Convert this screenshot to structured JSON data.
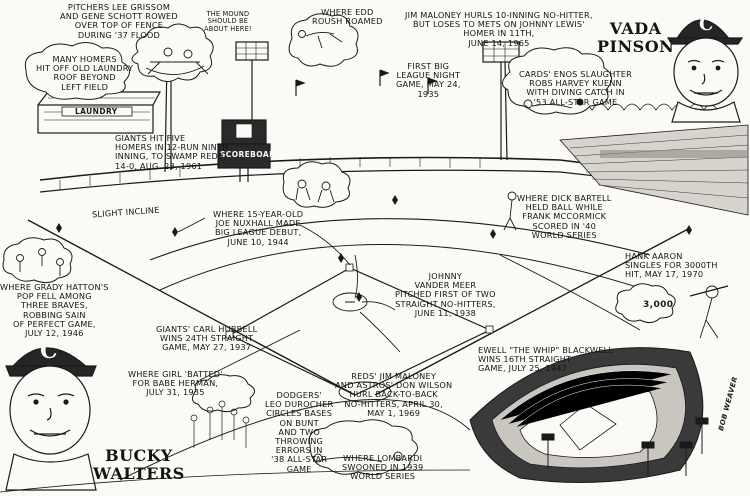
{
  "captions": {
    "grissom_schott": "PITCHERS LEE GRISSOM\nAND GENE SCHOTT ROWED\nOVER TOP OF FENCE\nDURING '37 FLOOD",
    "mound": "THE MOUND\nSHOULD BE\nABOUT HERE!",
    "roush": "WHERE EDD\nROUSH ROAMED",
    "maloney_hitter": "JIM MALONEY HURLS 10-INNING NO-HITTER,\nBUT LOSES TO METS ON JOHNNY LEWIS'\nHOMER IN 11TH,\nJUNE 14, 1965",
    "vada_pinson": "VADA\nPINSON",
    "homers_laundry": "MANY HOMERS\nHIT OFF OLD LAUNDRY\nROOF BEYOND\nLEFT FIELD",
    "first_night_game": "FIRST BIG\nLEAGUE NIGHT\nGAME, MAY 24,\n1935",
    "slaughter": "CARDS' ENOS SLAUGHTER\nROBS HARVEY KUENN\nWITH DIVING CATCH IN\n'53 ALL-STAR GAME",
    "giants_five_homers": "GIANTS HIT FIVE\nHOMERS IN 12-RUN NINTH\nINNING, TO SWAMP REDS,\n14-0, AUG. 23, 1961",
    "slight_incline": "SLIGHT INCLINE",
    "nuxhall": "WHERE 15-YEAR-OLD\nJOE NUXHALL MADE\nBIG LEAGUE DEBUT,\nJUNE 10, 1944",
    "bartell": "WHERE DICK BARTELL\nHELD BALL WHILE\nFRANK McCORMICK\nSCORED IN '40\nWORLD SERIES",
    "hatton": "WHERE GRADY HATTON'S\nPOP FELL AMONG\nTHREE BRAVES,\nROBBING SAIN\nOF PERFECT GAME,\nJULY 12, 1946",
    "vander_meer": "JOHNNY\nVANDER MEER\nPITCHED FIRST OF TWO\nSTRAIGHT NO-HITTERS,\nJUNE 11, 1938",
    "aaron": "HANK AARON\nSINGLES FOR 3000TH\nHIT, MAY 17, 1970",
    "hubbell": "GIANTS' CARL HUBBELL\nWINS 24TH STRAIGHT\nGAME, MAY 27, 1937",
    "blackwell": "EWELL \"THE WHIP\" BLACKWELL\nWINS 16TH STRAIGHT\nGAME, JULY 25, 1947",
    "girl_batted": "WHERE GIRL 'BATTED'\nFOR BABE HERMAN,\nJULY 31, 1935",
    "maloney_wilson": "REDS' JIM MALONEY\nAND ASTROS' DON WILSON\nHURL BACK-TO-BACK\nNO-HITTERS, APRIL 30,\nMAY 1, 1969",
    "durocher": "DODGERS'\nLEO DUROCHER\nCIRCLES BASES\nON BUNT\nAND TWO\nTHROWING\nERRORS IN\n'38 ALL-STAR\nGAME",
    "bucky_walters": "BUCKY\nWALTERS",
    "lombardi": "WHERE LOMBARDI\nSWOONED IN 1939\nWORLD SERIES"
  },
  "signs": {
    "laundry": "LAUNDRY",
    "scoreboard": "SCOREBOARD",
    "aaron_count": "3,000"
  },
  "logo_letters": {
    "pinson_cap": "C",
    "walters_cap": "C"
  },
  "signature": "BOB WEAVER"
}
